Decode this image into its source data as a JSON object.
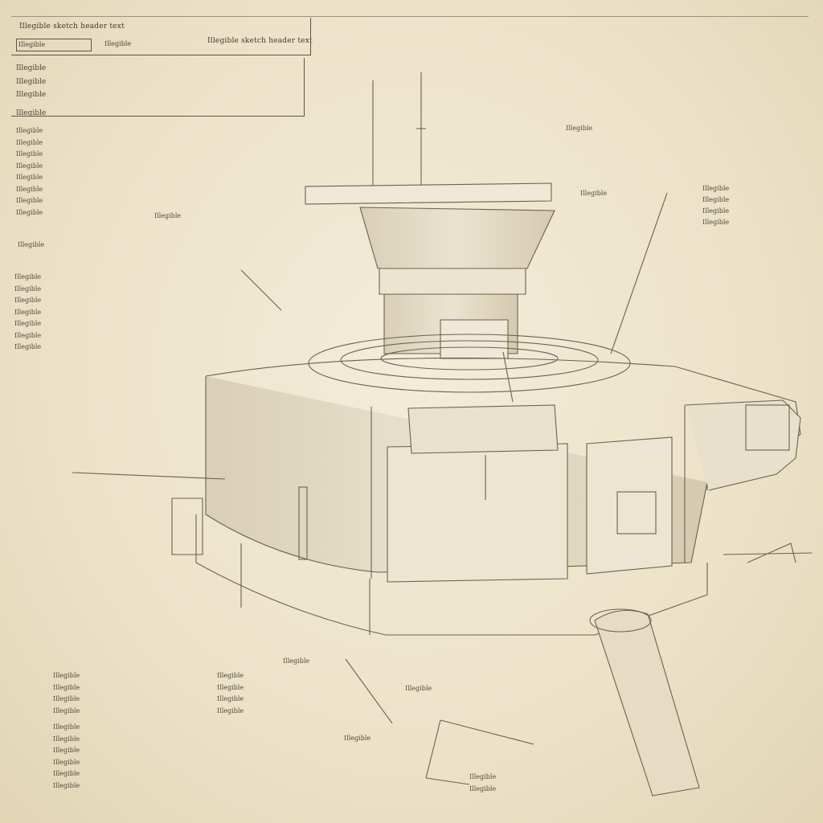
{
  "header": {
    "top_line": "Illegible sketch header text",
    "sub_line": "Illegible sketch header text",
    "title_tab_left": "Illegible",
    "title_tab_right": "Illegible"
  },
  "spec_block": {
    "lines": [
      "Illegible",
      "Illegible",
      "Illegible"
    ],
    "rule_line": "Illegible"
  },
  "left_notes": {
    "para1": "Illegible\nIllegible\nIllegible\nIllegible\nIllegible\nIllegible\nIllegible\nIllegible",
    "para1_tail": "Illegible",
    "mid_label": "Illegible",
    "para2": "Illegible\nIllegible\nIllegible\nIllegible\nIllegible\nIllegible\nIllegible"
  },
  "right_notes": {
    "top_label": "Illegible",
    "callout_label": "Illegible",
    "bullets": [
      "Illegible",
      "Illegible",
      "Illegible",
      "Illegible"
    ]
  },
  "bottom_notes": {
    "block_a": "Illegible\nIllegible\nIllegible\nIllegible",
    "block_b": "Illegible\nIllegible\nIllegible\nIllegible",
    "block_c": "Illegible\nIllegible\nIllegible\nIllegible\nIllegible\nIllegible",
    "side_label": "Illegible",
    "mark_label": "Illegible",
    "mid_label": "Illegible",
    "corner_note": "Illegible\nIllegible"
  }
}
